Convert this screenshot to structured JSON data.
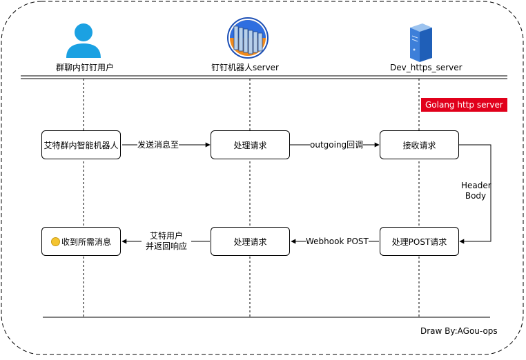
{
  "actors": {
    "user": {
      "label": "群聊内钉钉用户",
      "icon": "user-icon"
    },
    "robot": {
      "label": "钉钉机器人server",
      "icon": "server-rack-icon"
    },
    "dev": {
      "label": "Dev_https_server",
      "icon": "server-tower-icon"
    }
  },
  "tag": {
    "label": "Golang http server",
    "color": "#e1001b"
  },
  "nodes": {
    "at_robot": "艾特群内智能机器人",
    "process_request_1": "处理请求",
    "receive_request": "接收请求",
    "process_post": "处理POST请求",
    "process_request_2": "处理请求",
    "receive_message": "收到所需消息",
    "receive_message_emoji": "smile-emoji-icon"
  },
  "edges": {
    "send_to": "发送消息至",
    "outgoing": "outgoing回调",
    "header_body": [
      "Header",
      "Body"
    ],
    "webhook_post": "Webhook POST",
    "at_user_return": [
      "艾特用户",
      "并返回响应"
    ]
  },
  "credit": "Draw By:AGou-ops",
  "colors": {
    "user_icon": "#1ba1e2",
    "server_icon": "#2f6ee0",
    "tag": "#e1001b"
  }
}
